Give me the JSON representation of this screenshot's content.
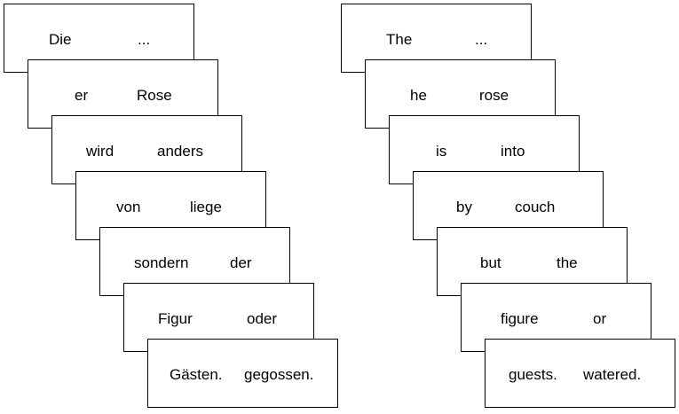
{
  "german_stack": {
    "cards": [
      {
        "word1": "Die",
        "word2": "..."
      },
      {
        "word1": "er",
        "word2": "Rose"
      },
      {
        "word1": "wird",
        "word2": "anders"
      },
      {
        "word1": "von",
        "word2": "liege"
      },
      {
        "word1": "sondern",
        "word2": "der"
      },
      {
        "word1": "Figur",
        "word2": "oder"
      },
      {
        "word1": "Gästen.",
        "word2": "gegossen."
      }
    ]
  },
  "english_stack": {
    "cards": [
      {
        "word1": "The",
        "word2": "..."
      },
      {
        "word1": "he",
        "word2": "rose"
      },
      {
        "word1": "is",
        "word2": "into"
      },
      {
        "word1": "by",
        "word2": "couch"
      },
      {
        "word1": "but",
        "word2": "the"
      },
      {
        "word1": "figure",
        "word2": "or"
      },
      {
        "word1": "guests.",
        "word2": "watered."
      }
    ]
  }
}
